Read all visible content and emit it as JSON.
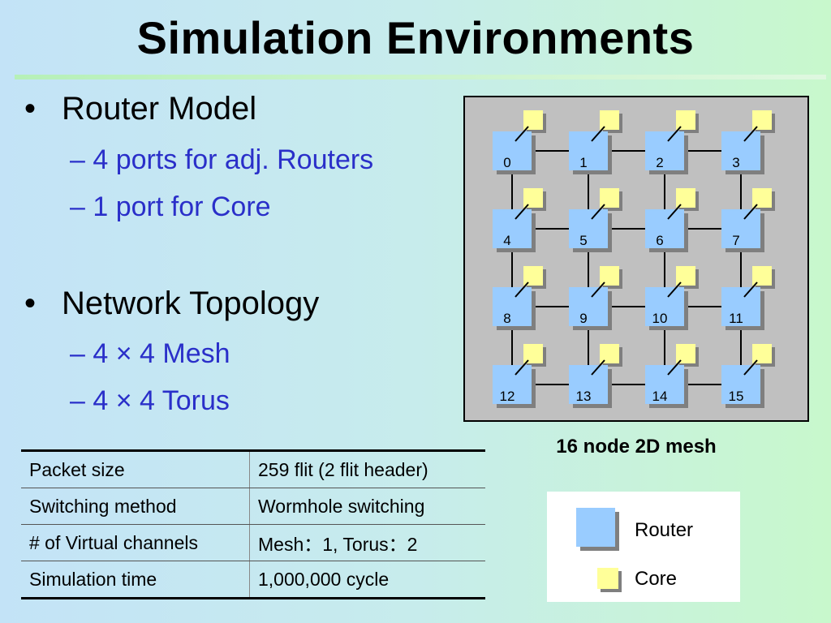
{
  "slide": {
    "title": "Simulation Environments",
    "bullets": [
      {
        "label": "Router Model",
        "subitems": [
          "– 4 ports for adj. Routers",
          "– 1 port for Core"
        ]
      },
      {
        "label": "Network Topology",
        "subitems": [
          "– 4 × 4 Mesh",
          "– 4 × 4 Torus"
        ]
      }
    ],
    "bullet_glyph": "•"
  },
  "mesh": {
    "caption": "16 node 2D mesh",
    "rows": 4,
    "cols": 4,
    "node_labels": [
      "0",
      "1",
      "2",
      "3",
      "4",
      "5",
      "6",
      "7",
      "8",
      "9",
      "10",
      "11",
      "12",
      "13",
      "14",
      "15"
    ],
    "colors": {
      "router": "#99ccff",
      "core": "#ffff99",
      "shadow": "#7f7f7f",
      "background": "#c0c0c0",
      "link": "#000000"
    }
  },
  "params_table": {
    "rows": [
      [
        "Packet size",
        "259 flit (2 flit header)"
      ],
      [
        "Switching method",
        "Wormhole switching"
      ],
      [
        "# of Virtual channels",
        "Mesh：1, Torus：2"
      ],
      [
        "Simulation time",
        "1,000,000 cycle"
      ]
    ]
  },
  "legend": {
    "router_label": "Router",
    "core_label": "Core"
  }
}
